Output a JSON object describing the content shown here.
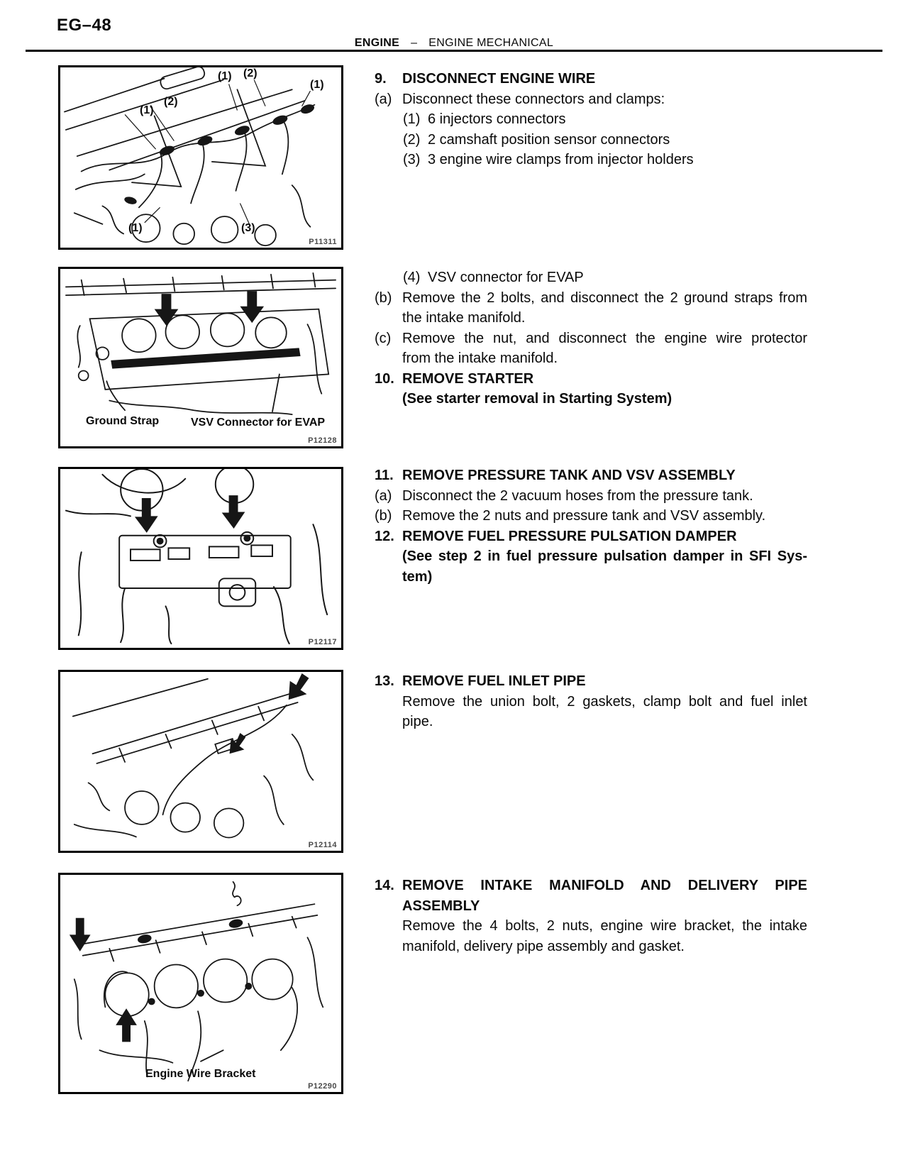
{
  "page": {
    "code": "EG–48",
    "header": {
      "section": "ENGINE",
      "dash": "–",
      "subsection": "ENGINE MECHANICAL"
    }
  },
  "figures": [
    {
      "code": "P11311",
      "callouts": [
        "(1)",
        "(2)",
        "(1)",
        "(1)",
        "(2)",
        "(1)",
        "(3)"
      ]
    },
    {
      "code": "P12128",
      "labels": [
        "Ground Strap",
        "VSV Connector for EVAP"
      ]
    },
    {
      "code": "P12117"
    },
    {
      "code": "P12114"
    },
    {
      "code": "P12290",
      "labels": [
        "Engine Wire Bracket"
      ]
    }
  ],
  "sections": [
    {
      "lines": [
        {
          "m": "9.",
          "t": "DISCONNECT ENGINE WIRE"
        },
        {
          "m": "(a)",
          "t": "Disconnect these connectors and clamps:"
        },
        {
          "m": "(1)",
          "t": "6 injectors connectors"
        },
        {
          "m": "(2)",
          "t": "2 camshaft position sensor connectors"
        },
        {
          "m": "(3)",
          "t": "3 engine wire clamps from injector holders"
        }
      ]
    },
    {
      "lines": [
        {
          "m": "(4)",
          "t": "VSV connector for EVAP"
        },
        {
          "m": "(b)",
          "t": "Remove the 2 bolts, and disconnect the 2 ground straps from"
        },
        {
          "m": "",
          "t": "the intake manifold."
        },
        {
          "m": "(c)",
          "t": "Remove the nut, and disconnect the engine wire protector"
        },
        {
          "m": "",
          "t": "from the intake manifold."
        },
        {
          "m": "10.",
          "t": "REMOVE STARTER"
        },
        {
          "m": "",
          "t": "(See starter removal in Starting System)"
        }
      ]
    },
    {
      "lines": [
        {
          "m": "11.",
          "t": "REMOVE PRESSURE TANK AND VSV ASSEMBLY"
        },
        {
          "m": "(a)",
          "t": "Disconnect the 2 vacuum hoses from the pressure tank."
        },
        {
          "m": "(b)",
          "t": "Remove the 2 nuts and pressure tank and VSV assembly."
        },
        {
          "m": "12.",
          "t": "REMOVE FUEL PRESSURE PULSATION DAMPER"
        },
        {
          "m": "",
          "t": "(See step 2 in fuel pressure pulsation damper in SFI Sys-"
        },
        {
          "m": "",
          "t": "tem)"
        }
      ]
    },
    {
      "lines": [
        {
          "m": "13.",
          "t": "REMOVE FUEL INLET PIPE"
        },
        {
          "m": "",
          "t": "Remove the union bolt, 2 gaskets, clamp bolt and fuel inlet"
        },
        {
          "m": "",
          "t": "pipe."
        }
      ]
    },
    {
      "lines": [
        {
          "m": "14.",
          "t": "REMOVE INTAKE MANIFOLD AND DELIVERY PIPE"
        },
        {
          "m": "",
          "t": "ASSEMBLY"
        },
        {
          "m": "",
          "t": "Remove the 4 bolts, 2 nuts, engine wire bracket, the intake"
        },
        {
          "m": "",
          "t": "manifold, delivery pipe assembly and gasket."
        }
      ]
    }
  ]
}
